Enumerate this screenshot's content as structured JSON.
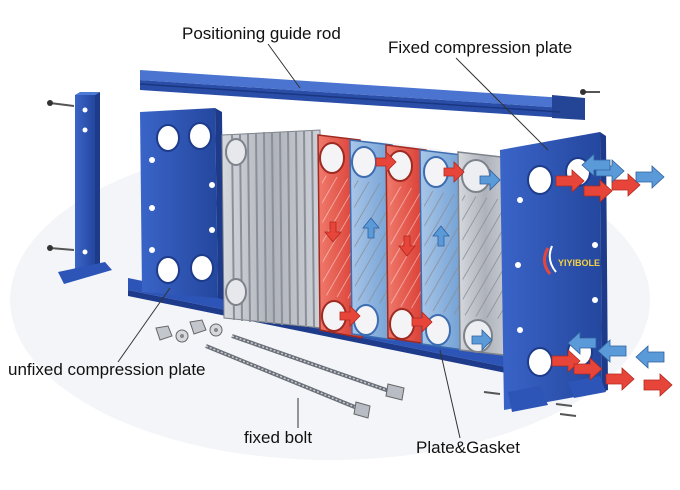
{
  "labels": {
    "positioning_guide_rod": "Positioning guide rod",
    "fixed_compression_plate": "Fixed compression plate",
    "unfixed_compression_plate": "unfixed compression plate",
    "fixed_bolt": "fixed bolt",
    "plate_gasket": "Plate&Gasket"
  },
  "logo_text": "YIYIBOLE",
  "colors": {
    "frame_blue": "#2d55b8",
    "frame_dark": "#1d3b8a",
    "hot_red": "#e8453a",
    "cold_blue": "#5b9ad8",
    "steel": "#b8bcc4",
    "steel_dark": "#8a8f98"
  },
  "flow_legend": {
    "hot_arrow": "red-arrow",
    "cold_arrow": "blue-arrow"
  }
}
